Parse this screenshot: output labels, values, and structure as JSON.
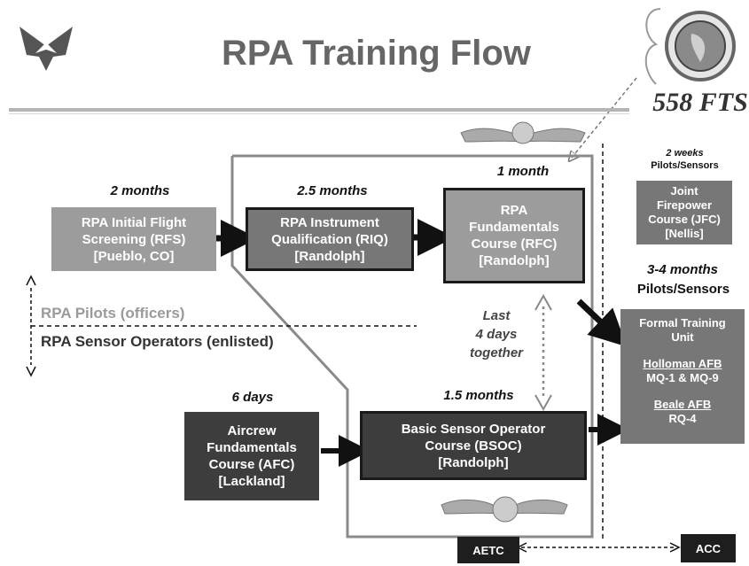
{
  "header": {
    "title": "RPA Training Flow"
  },
  "badge": {
    "squadron": "558 FTS"
  },
  "stages": {
    "rfs": {
      "duration": "2 months",
      "lines": [
        "RPA Initial Flight",
        "Screening (RFS)",
        "[Pueblo, CO]"
      ]
    },
    "riq": {
      "duration": "2.5 months",
      "lines": [
        "RPA Instrument",
        "Qualification (RIQ)",
        "[Randolph]"
      ]
    },
    "rfc": {
      "duration": "1 month",
      "lines": [
        "RPA",
        "Fundamentals",
        "Course (RFC)",
        "[Randolph]"
      ]
    },
    "jfc": {
      "duration_lines": [
        "2 weeks",
        "Pilots/Sensors"
      ],
      "lines": [
        "Joint",
        "Firepower",
        "Course (JFC)",
        "[Nellis]"
      ]
    },
    "ftu": {
      "duration": "3-4 months",
      "audience": "Pilots/Sensors",
      "title_lines": [
        "Formal Training",
        "Unit"
      ],
      "base1": "Holloman AFB",
      "base1_detail": "MQ-1 & MQ-9",
      "base2": "Beale AFB",
      "base2_detail": "RQ-4"
    },
    "afc": {
      "duration": "6 days",
      "lines": [
        "Aircrew",
        "Fundamentals",
        "Course (AFC)",
        "[Lackland]"
      ]
    },
    "bsoc": {
      "duration": "1.5 months",
      "lines": [
        "Basic Sensor Operator",
        "Course (BSOC)",
        "[Randolph]"
      ]
    }
  },
  "tracks": {
    "pilots": "RPA Pilots (officers)",
    "sensors": "RPA Sensor Operators (enlisted)"
  },
  "note": {
    "lines": [
      "Last",
      "4 days",
      "together"
    ]
  },
  "commands": {
    "aetc": "AETC",
    "acc": "ACC"
  },
  "colors": {
    "light": "#9c9c9c",
    "mid": "#777777",
    "dark": "#3d3d3d",
    "title": "#666666"
  },
  "icons": [
    "air-force-logo-icon",
    "squadron-patch-icon",
    "pilot-wings-icon",
    "sensor-wings-icon"
  ]
}
